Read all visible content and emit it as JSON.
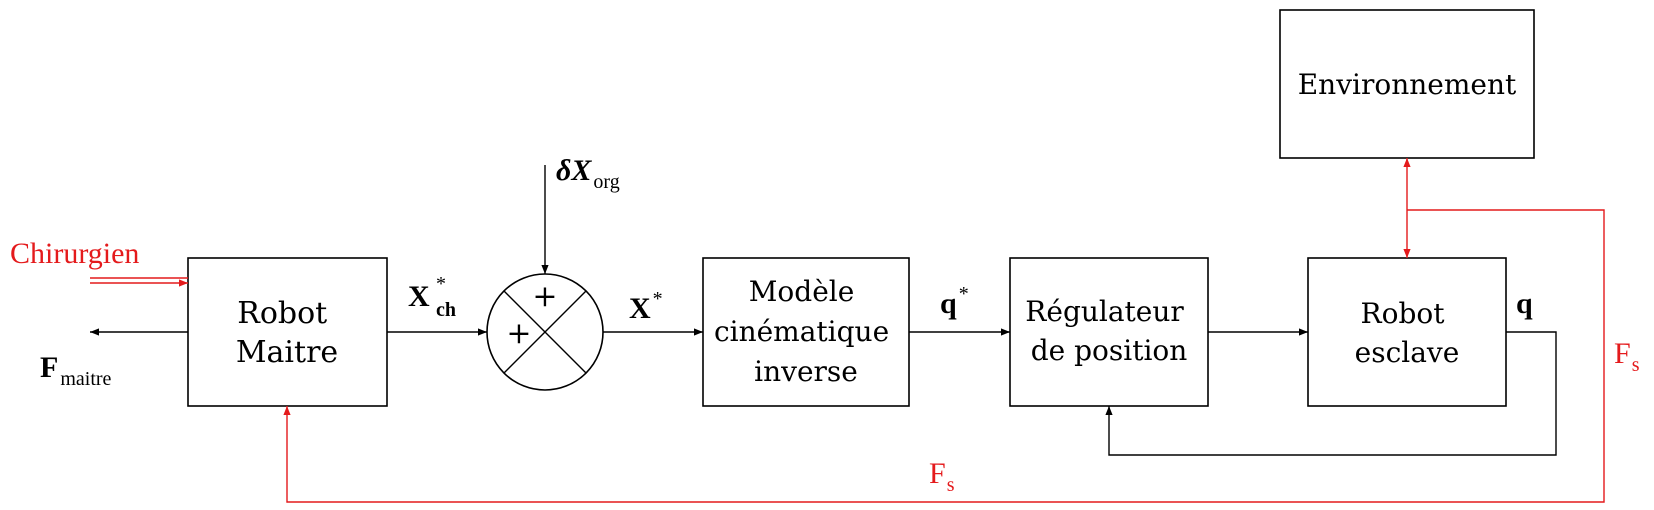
{
  "blocks": {
    "robot_maitre": [
      "Robot",
      "Maitre"
    ],
    "modele": [
      "Modèle",
      "cinématique",
      "inverse"
    ],
    "regulateur": [
      "Régulateur",
      "de position"
    ],
    "robot_esclave": [
      "Robot",
      "esclave"
    ],
    "environnement": "Environnement"
  },
  "summing_junction": {
    "signs": [
      "+",
      "+"
    ]
  },
  "signals": {
    "chirurgien": "Chirurgien",
    "f_maitre": {
      "main": "F",
      "sub": "maitre"
    },
    "x_ch": {
      "main": "X",
      "sup": "*",
      "sub": "ch"
    },
    "delta_x_org": {
      "main": "δX",
      "sub": "org"
    },
    "x_star": {
      "main": "X",
      "sup": "*"
    },
    "q_star": {
      "main": "q",
      "sup": "*"
    },
    "q": "q",
    "f_s_right": {
      "main": "F",
      "sub": "s"
    },
    "f_s_bottom": {
      "main": "F",
      "sub": "s"
    }
  },
  "colors": {
    "black": "#000000",
    "red": "#e41a1c"
  }
}
